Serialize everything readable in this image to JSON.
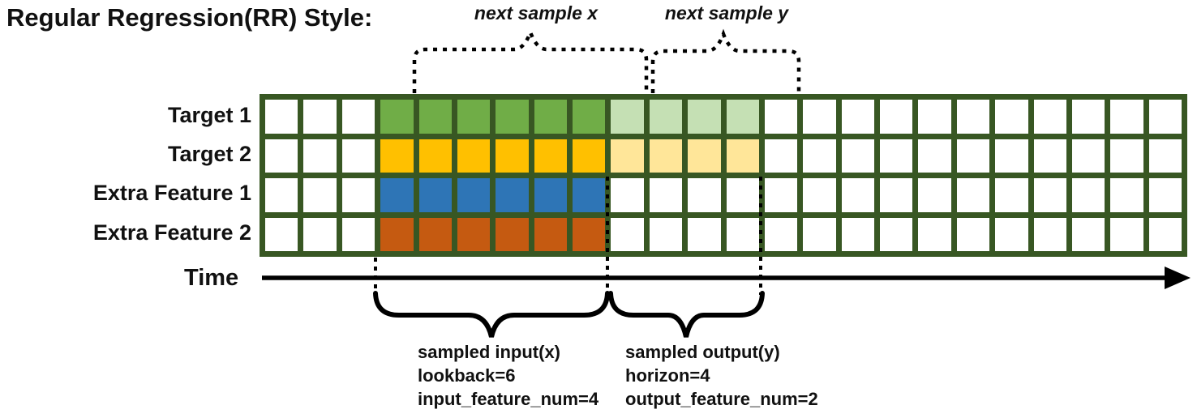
{
  "title": "Regular Regression(RR) Style:",
  "row_labels": [
    "Target 1",
    "Target 2",
    "Extra Feature 1",
    "Extra Feature 2"
  ],
  "time_label": "Time",
  "top_annotations": {
    "next_sample_x": "next sample x",
    "next_sample_y": "next sample y"
  },
  "bottom_annotations": {
    "input": {
      "line1": "sampled input(x)",
      "line2": "lookback=6",
      "line3": "input_feature_num=4"
    },
    "output": {
      "line1": "sampled output(y)",
      "line2": "horizon=4",
      "line3": "output_feature_num=2"
    }
  },
  "grid": {
    "columns": 24,
    "rows": 4,
    "lookback": 6,
    "horizon": 4,
    "input_feature_num": 4,
    "output_feature_num": 2,
    "input_start_col": 3,
    "input_cols": 6,
    "output_start_col": 9,
    "output_cols": 4,
    "cell_fill_default": "#FFFFFF",
    "border_color": "#385723",
    "row_fill_input": [
      "#70AD47",
      "#FFC000",
      "#2E75B6",
      "#C55A11"
    ],
    "row_fill_output": [
      "#C5E0B4",
      "#FFE699",
      null,
      null
    ]
  },
  "colors": {
    "green": "#70AD47",
    "light_green": "#C5E0B4",
    "gold": "#FFC000",
    "light_gold": "#FFE699",
    "blue": "#2E75B6",
    "orange": "#C55A11",
    "grid_border": "#385723",
    "ink": "#000000"
  }
}
